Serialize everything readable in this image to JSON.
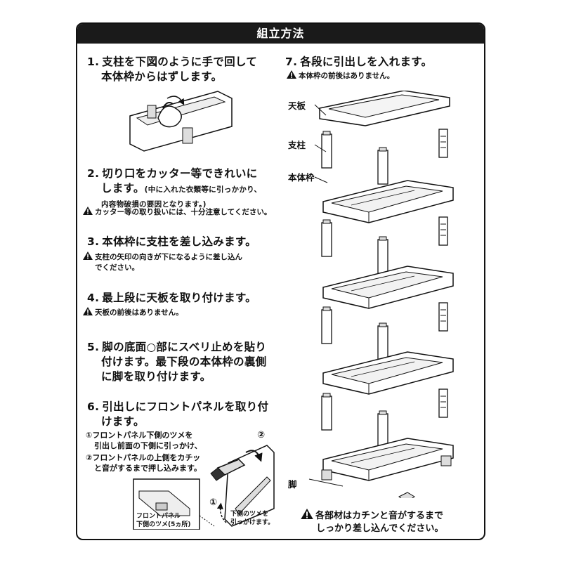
{
  "title": "組立方法",
  "steps": {
    "s1": {
      "num": "1.",
      "line1": "支柱を下図のように手で回して",
      "line2": "本体枠からはずします。"
    },
    "s2": {
      "num": "2.",
      "line1": "切り口をカッター等できれいに",
      "line2": "します。",
      "paren1": "(中に入れた衣類等に引っかかり、",
      "paren2": "内容物破損の要因となります。)",
      "warning": "カッター等の取り扱いには、十分注意してください。"
    },
    "s3": {
      "num": "3.",
      "line1": "本体枠に支柱を差し込みます。",
      "warning1": "支柱の矢印の向きが下になるように差し込ん",
      "warning2": "でください。"
    },
    "s4": {
      "num": "4.",
      "line1": "最上段に天板を取り付けます。",
      "warning": "天板の前後はありません。"
    },
    "s5": {
      "num": "5.",
      "line1": "脚の底面○部にスベリ止めを貼り",
      "line2": "付けます。最下段の本体枠の裏側",
      "line3": "に脚を取り付けます。"
    },
    "s6": {
      "num": "6.",
      "line1": "引出しにフロントパネルを取り付",
      "line2": "けます。",
      "sub1a": "①フロントパネル下側のツメを",
      "sub1b": "引出し前面の下側に引っかけ、",
      "sub2a": "②フロントパネルの上側をカチッ",
      "sub2b": "と音がするまで押し込みます。",
      "label_panel_a": "フロントパネル",
      "label_panel_b": "下側のツメ(5ヵ所)",
      "label_claw_a": "下側のツメを",
      "label_claw_b": "引っかけます。",
      "marker1": "①",
      "marker2": "②"
    },
    "s7": {
      "num": "7.",
      "line1": "各段に引出しを入れます。",
      "warning": "本体枠の前後はありません。"
    }
  },
  "labels": {
    "top_board": "天板",
    "pillar": "支柱",
    "frame": "本体枠",
    "leg": "脚"
  },
  "final_note": {
    "line1": "各部材はカチンと音がするまで",
    "line2": "しっかり差し込んでください。"
  }
}
